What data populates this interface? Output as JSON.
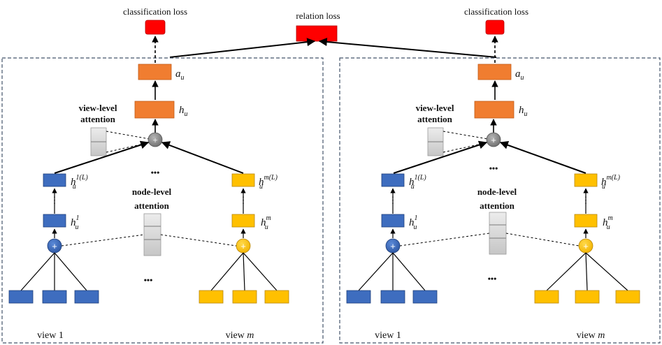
{
  "colors": {
    "loss": "#ff0000",
    "top_node": "#f07d30",
    "blue": "#3e6dbf",
    "blue_border": "#1f3f7a",
    "yellow": "#ffc000",
    "yellow_border": "#b8860b",
    "attn_gray": "#d6d6d6",
    "sum_gray": "#8c8c8c",
    "panel_border": "#44546a"
  },
  "labels": {
    "relation_loss": "relation loss",
    "left": {
      "classification_loss": "classification loss",
      "a_u": "a",
      "a_u_sub": "u",
      "h_u": "h",
      "h_u_sub": "u",
      "view_level_1": "view-level",
      "view_level_2": "attention",
      "node_level_1": "node-level",
      "node_level_2": "attention",
      "h1L_base": "h",
      "h1L_sup": "1(L)",
      "h1L_sub": "u",
      "h1_base": "h",
      "h1_sup": "1",
      "h1_sub": "u",
      "hmL_base": "h",
      "hmL_sup": "m(L)",
      "hmL_sub": "u",
      "hm_base": "h",
      "hm_sup": "m",
      "hm_sub": "u",
      "dots_top": "•••",
      "dots_bottom": "•••",
      "vdots": "⋮",
      "view1_text": "view 1",
      "viewm_text": "view ",
      "viewm_italic": "m",
      "plus": "+"
    },
    "right": {
      "classification_loss": "classification loss",
      "a_u": "a",
      "a_u_sub": "u",
      "h_u": "h",
      "h_u_sub": "u",
      "view_level_1": "view-level",
      "view_level_2": "attention",
      "node_level_1": "node-level",
      "node_level_2": "attention",
      "h1L_base": "h",
      "h1L_sup": "1(L)",
      "h1L_sub": "u",
      "h1_base": "h",
      "h1_sup": "1",
      "h1_sub": "u",
      "hmL_base": "h",
      "hmL_sup": "m(L)",
      "hmL_sub": "u",
      "hm_base": "h",
      "hm_sup": "m",
      "hm_sub": "u",
      "dots_top": "•••",
      "dots_bottom": "•••",
      "vdots": "⋮",
      "view1_text": "view 1",
      "viewm_text": "view ",
      "viewm_italic": "m",
      "plus": "+"
    }
  }
}
